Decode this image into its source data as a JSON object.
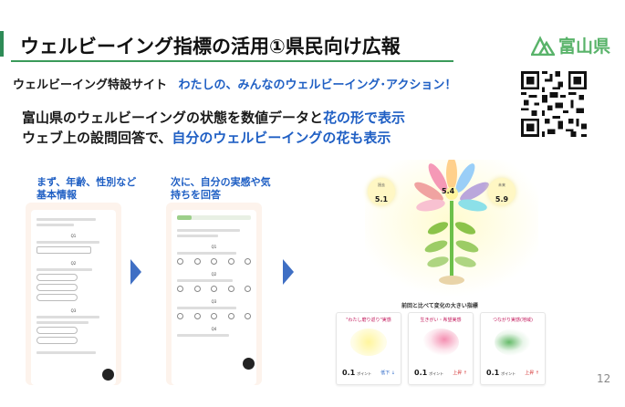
{
  "header": {
    "title": "ウェルビーイング指標の活用①県民向け広報",
    "logo_text": "富山県"
  },
  "site": {
    "name": "ウェルビーイング特設サイト",
    "tagline": "わたしの、みんなのウェルビーイング･アクション！"
  },
  "description": {
    "line1_a": "富山県のウェルビーイングの状態を数値データと",
    "line1_b": "花の形で表示",
    "line2_a": "ウェブ上の設問回答で、",
    "line2_b": "自分のウェルビーイングの花も表示"
  },
  "steps": [
    {
      "label": "まず、年齢、性別など基本情報"
    },
    {
      "label": "次に、自分の実感や気持ちを回答"
    }
  ],
  "flower": {
    "center_value": "5.4",
    "left_value": "5.1",
    "right_value": "5.9",
    "left_label": "過去",
    "right_label": "未来"
  },
  "compare": {
    "title": "前回と比べて変化の大きい指標",
    "cards": [
      {
        "title": "\"わたし磨り返り\"実感",
        "value": "0.1",
        "unit": "ポイント",
        "direction": "低下"
      },
      {
        "title": "生きがい・希望実感",
        "value": "0.1",
        "unit": "ポイント",
        "direction": "上昇"
      },
      {
        "title": "つながり実感(地域)",
        "value": "0.1",
        "unit": "ポイント",
        "direction": "上昇"
      }
    ]
  },
  "page_number": "12",
  "colors": {
    "accent_green": "#3a9a5a",
    "accent_blue": "#1f5fc4"
  }
}
